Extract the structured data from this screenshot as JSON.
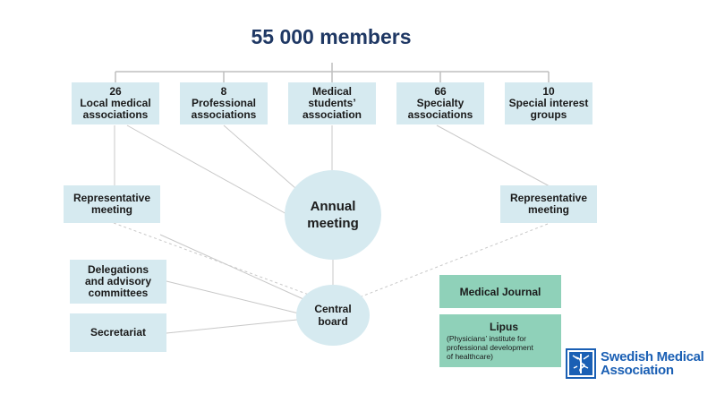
{
  "title": "55 000 members",
  "top_boxes": [
    {
      "label": "26\nLocal medical\nassociations"
    },
    {
      "label": "8\nProfessional\nassociations"
    },
    {
      "label": "Medical\nstudents’\nassociation"
    },
    {
      "label": "66\nSpecialty\nassociations"
    },
    {
      "label": "10\nSpecial interest\ngroups"
    }
  ],
  "rep_meeting_left": "Representative\nmeeting",
  "rep_meeting_right": "Representative\nmeeting",
  "annual_meeting": "Annual\nmeeting",
  "central_board": "Central\nboard",
  "delegations": "Delegations\nand advisory\ncommittees",
  "secretariat": "Secretariat",
  "medical_journal": "Medical Journal",
  "lipus": {
    "title": "Lipus",
    "subtitle": "(Physicians’ institute for\nprofessional development\nof healthcare)"
  },
  "logo": {
    "text": "Swedish Medical\nAssociation",
    "icon": "caduceus-logo-icon"
  },
  "colors": {
    "box_fill": "#d6eaf0",
    "title": "#1f3864",
    "green": "#8fd1b9",
    "logo_blue": "#1a5fb4",
    "line": "#bfbfbf"
  }
}
